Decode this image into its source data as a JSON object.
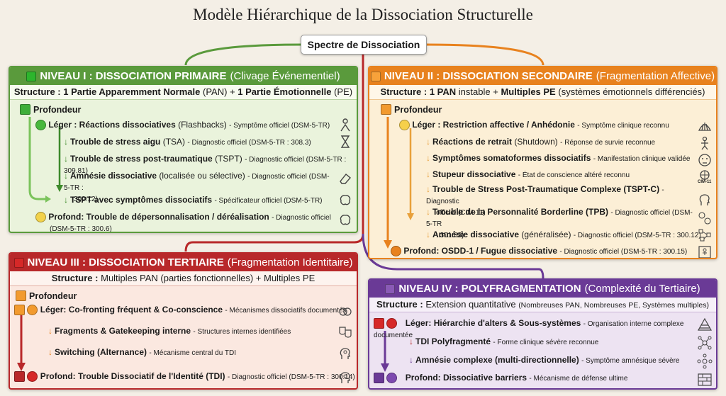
{
  "title": "Modèle Hiérarchique de la Dissociation Structurelle",
  "root": "Spectre de Dissociation",
  "colors": {
    "green": "#5a9a3c",
    "orange": "#e8821e",
    "red": "#b8282a",
    "purple": "#6a3a96"
  },
  "n1": {
    "title": "NIVEAU I : DISSOCIATION PRIMAIRE",
    "subtitle": "(Clivage Événementiel)",
    "structure_a": "Structure : 1 Partie Apparemment Normale",
    "structure_b": "(PAN) +",
    "structure_c": "1 Partie Émotionnelle",
    "structure_d": "(PE)",
    "depth": "Profondeur",
    "light_main": "Léger : Réactions dissociatives",
    "light_paren": "(Flashbacks)",
    "light_note": "- Symptôme officiel (DSM-5-TR)",
    "items": [
      {
        "main": "Trouble de stress aigu",
        "paren": "(TSA)",
        "note": "- Diagnostic officiel (DSM-5-TR : 308.3)"
      },
      {
        "main": "Trouble de stress post-traumatique",
        "paren": "(TSPT)",
        "note": "- Diagnostic officiel (DSM-5-TR : 309.81)"
      },
      {
        "main": "Amnésie dissociative",
        "paren": "(localisée ou sélective)",
        "note": "- Diagnostic officiel (DSM-5-TR :",
        "note2": "300.12)"
      },
      {
        "main": "TSPT avec symptômes dissociatifs",
        "paren": "",
        "note": "- Spécificateur officiel (DSM-5-TR)"
      }
    ],
    "deep_main": "Profond: Trouble de dépersonnalisation / déréalisation",
    "deep_note": "- Diagnostic officiel",
    "deep_note2": "(DSM-5-TR : 300.6)"
  },
  "n2": {
    "title": "NIVEAU II : DISSOCIATION SECONDAIRE",
    "subtitle": "(Fragmentation Affective)",
    "structure_a": "Structure : 1 PAN",
    "structure_b": "instable +",
    "structure_c": "Multiples PE",
    "structure_d": "(systèmes émotionnels différenciés)",
    "depth": "Profondeur",
    "light_main": "Léger : Restriction affective / Anhédonie",
    "light_note": "- Symptôme clinique reconnu",
    "items": [
      {
        "main": "Réactions de retrait",
        "paren": "(Shutdown)",
        "note": "- Réponse de survie reconnue"
      },
      {
        "main": "Symptômes somatoformes dissociatifs",
        "paren": "",
        "note": "- Manifestation clinique validée"
      },
      {
        "main": "Stupeur dissociative",
        "paren": "",
        "note": "- État de conscience altéré reconnu"
      },
      {
        "main": "Trouble de Stress Post-Traumatique Complexe (TSPT-C)",
        "paren": "",
        "note": "- Diagnostic",
        "note2": "officiel (CIM-11)"
      },
      {
        "main": "Trouble de la Personnalité Borderline (TPB)",
        "paren": "",
        "note": "- Diagnostic officiel (DSM-5-TR",
        "note2": ": 301.83)"
      },
      {
        "main": "Amnésie dissociative",
        "paren": "(généralisée)",
        "note": "- Diagnostic officiel (DSM-5-TR : 300.12)"
      }
    ],
    "deep_main": "Profond: OSDD-1 / Fugue dissociative",
    "deep_note": "- Diagnostic officiel (DSM-5-TR : 300.15)",
    "cim_label": "CIM-11"
  },
  "n3": {
    "title": "NIVEAU III : DISSOCIATION TERTIAIRE",
    "subtitle": "(Fragmentation Identitaire)",
    "structure_a": "Structure :",
    "structure_b": "Multiples PAN (parties fonctionnelles) + Multiples PE",
    "depth": "Profondeur",
    "light_main": "Léger: Co-fronting fréquent & Co-conscience",
    "light_note": "- Mécanismes dissociatifs documentés",
    "items": [
      {
        "main": "Fragments & Gatekeeping interne",
        "note": "- Structures internes identifiées"
      },
      {
        "main": "Switching (Alternance)",
        "note": "- Mécanisme central du TDI"
      }
    ],
    "deep_main": "Profond: Trouble Dissociatif de l'Identité (TDI)",
    "deep_note": "- Diagnostic officiel (DSM-5-TR : 300.14)"
  },
  "n4": {
    "title": "NIVEAU IV : POLYFRAGMENTATION",
    "subtitle": "(Complexité du Tertiaire)",
    "structure_a": "Structure :",
    "structure_b": "Extension quantitative",
    "structure_c": "(Nombreuses PAN, Nombreuses PE, Systèmes multiples)",
    "light_main": "Léger: Hiérarchie d'alters & Sous-systèmes",
    "light_note": "- Organisation interne complexe documentée",
    "items": [
      {
        "main": "TDI Polyfragmenté",
        "note": "- Forme clinique sévère reconnue"
      },
      {
        "main": "Amnésie complexe (multi-directionnelle)",
        "note": "- Symptôme amnésique sévère"
      }
    ],
    "deep_main": "Profond: Dissociative barriers",
    "deep_note": "- Mécanisme de défense ultime"
  }
}
